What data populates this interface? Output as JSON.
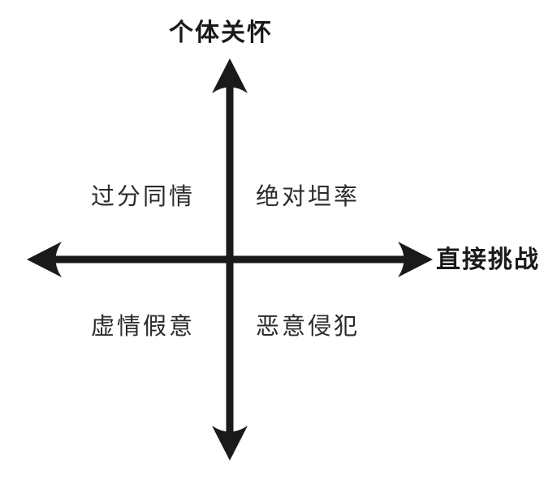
{
  "diagram": {
    "title": "radical-candor-quadrant",
    "axes": {
      "vertical_top_label": "个体关怀",
      "horizontal_right_label": "直接挑战"
    },
    "quadrants": {
      "top_left": "过分同情",
      "top_right": "绝对坦率",
      "bottom_left": "虚情假意",
      "bottom_right": "恶意侵犯"
    },
    "colors": {
      "line": "#1a1a1a",
      "background": "#ffffff",
      "text": "#1a1a1a"
    }
  }
}
